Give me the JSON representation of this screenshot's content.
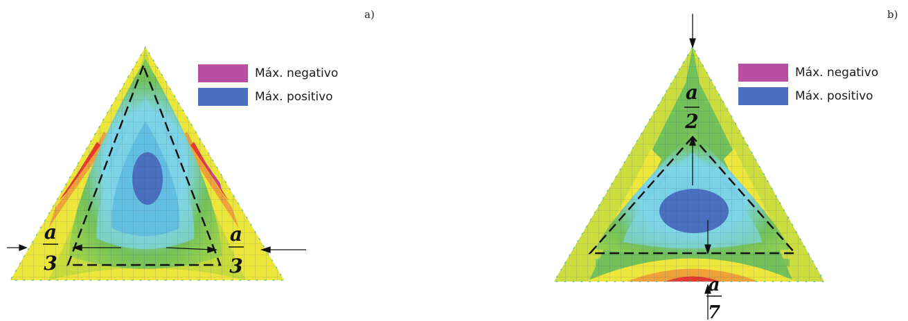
{
  "panels": [
    {
      "tag": "a)",
      "frac_left_num": "a",
      "frac_left_den": "3",
      "frac_right_num": "a",
      "frac_right_den": "3"
    },
    {
      "tag": "b)",
      "frac_top_num": "a",
      "frac_top_den": "2",
      "frac_bottom_num": "a",
      "frac_bottom_den": "7"
    }
  ],
  "legend": [
    {
      "label": "Máx. negativo",
      "color": "#b84fa3"
    },
    {
      "label": "Máx. positivo",
      "color": "#4a6fbf"
    }
  ],
  "colors": {
    "green": "#72c15a",
    "yellow": "#eee63a",
    "orange": "#f0a23a",
    "red": "#e53a30",
    "magenta": "#c8438e",
    "light_blue": "#7fd6e6",
    "mid_blue": "#5bb7e0",
    "dark_blue": "#4a6fbf"
  }
}
